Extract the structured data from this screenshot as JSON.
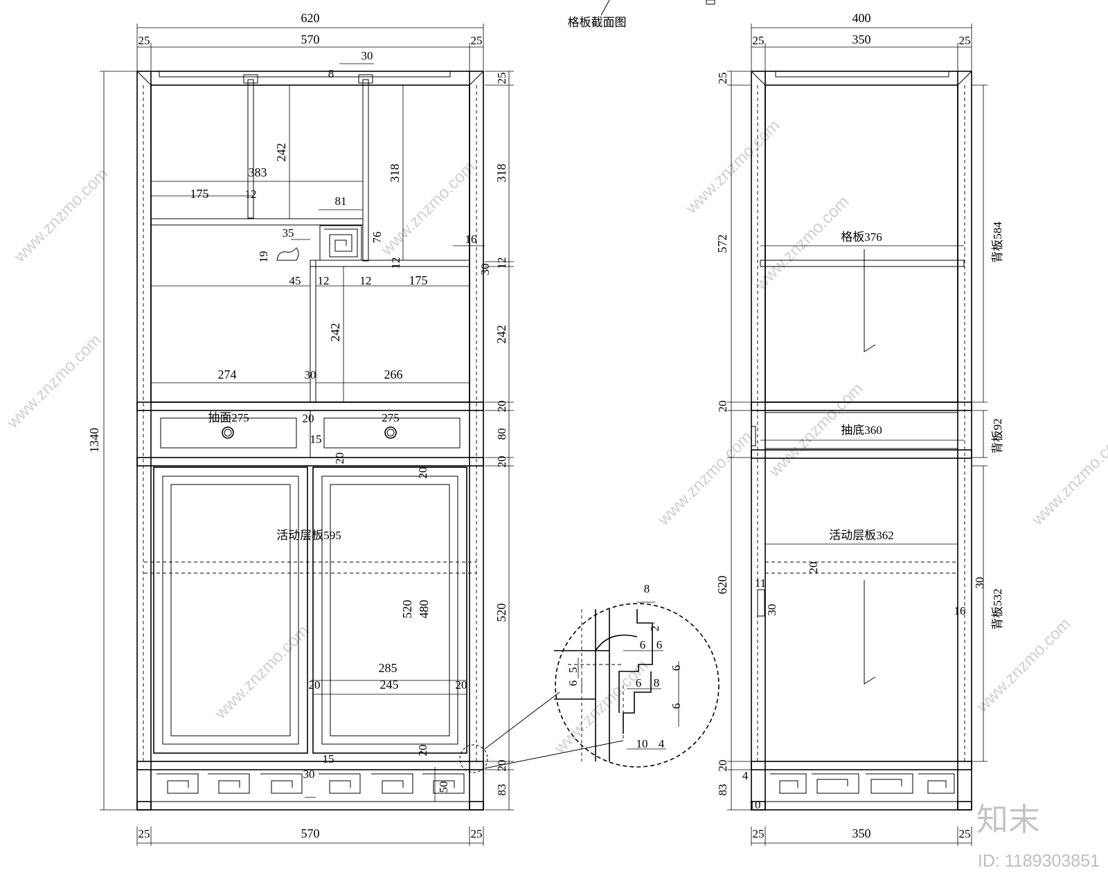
{
  "front": {
    "width_total": "620",
    "width_inner": "570",
    "side": "25",
    "height_total": "1340",
    "bar30": "30",
    "dim_8": "8",
    "dim_242a": "242",
    "dim_318": "318",
    "dim_383": "383",
    "dim_175a": "175",
    "dim_12a": "12",
    "dim_81": "81",
    "dim_35": "35",
    "dim_76": "76",
    "dim_16": "16",
    "dim_19": "19",
    "dim_12b": "12",
    "dim_30b": "30",
    "dim_45": "45",
    "dim_12c": "12",
    "dim_12d": "12",
    "dim_175b": "175",
    "dim_242b": "242",
    "dim_274": "274",
    "dim_30c": "30",
    "dim_266": "266",
    "drawer_face": "抽面275",
    "drawer_face_r": "275",
    "dim_20a": "20",
    "dim_15": "15",
    "dim_20b": "20",
    "dim_20c": "20",
    "movable_shelf": "活动层板595",
    "dim_520": "520",
    "dim_480": "480",
    "dim_285": "285",
    "dim_245": "245",
    "dim_20d": "20",
    "dim_20e": "20",
    "dim_20f": "20",
    "dim_30d": "30",
    "dim_15b": "15",
    "dim_50": "50",
    "r_25": "25",
    "r_318": "318",
    "r_12": "12",
    "r_242": "242",
    "r_20a": "20",
    "r_80": "80",
    "r_20b": "20",
    "r_520": "520",
    "r_20c": "20",
    "r_83": "83",
    "bottom_570": "570",
    "bottom_25a": "25",
    "bottom_25b": "25"
  },
  "shelf_section_title": "格板截面图",
  "detail": {
    "d8": "8",
    "d2": "2",
    "d6a": "6",
    "d6b": "6",
    "d5": "5",
    "d6c": "6",
    "d6d": "6",
    "d6e": "6",
    "d8b": "8",
    "d6f": "6",
    "d10": "10",
    "d4": "4"
  },
  "side": {
    "width_total": "400",
    "width_inner": "350",
    "side": "25",
    "top_25": "25",
    "left_572": "572",
    "left_20a": "20",
    "left_620": "620",
    "left_20b": "20",
    "left_83": "83",
    "shelf": "格板376",
    "drawer_bottom": "抽底360",
    "movable_shelf": "活动层板362",
    "d20": "20",
    "d11": "11",
    "d30": "30",
    "d30b": "30",
    "d16": "16",
    "back_584": "背板584",
    "back_92": "背板92",
    "back_532": "背板532",
    "d4": "4",
    "d10": "10",
    "bottom_350": "350",
    "bottom_25a": "25",
    "bottom_25b": "25"
  },
  "watermark": "www.znzmo.com",
  "brand_logo": "知末",
  "image_id": "ID: 1189303851"
}
